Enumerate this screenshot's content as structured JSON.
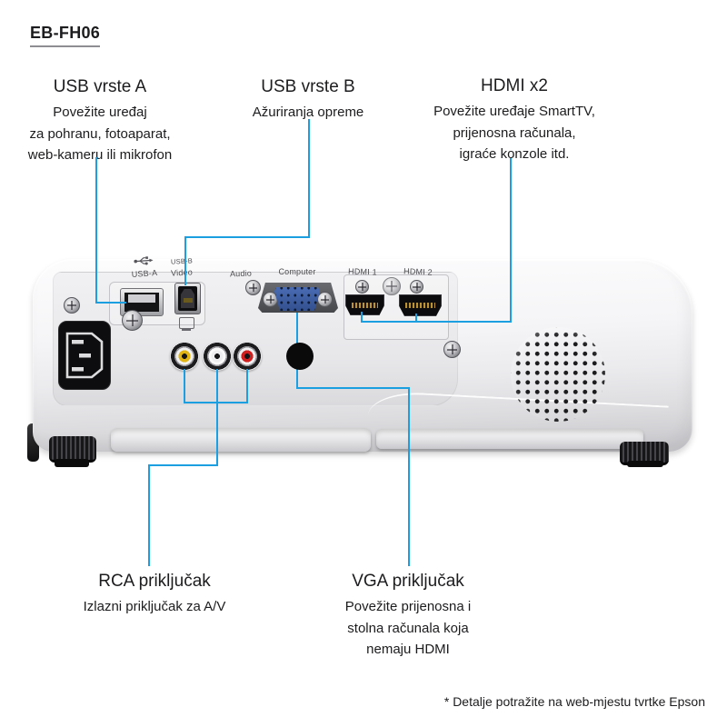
{
  "page": {
    "title": "EB-FH06",
    "footnote": "* Detalje potražite na web-mjestu tvrtke Epson"
  },
  "colors": {
    "callout_line": "#1b9fe1",
    "vga_connector_blue": "#3f5fa8",
    "rca_yellow": "#dfb414",
    "rca_white": "#ededef",
    "rca_red": "#d01f1f"
  },
  "callouts": {
    "usb_a": {
      "title": "USB vrste A",
      "desc": "Povežite uređaj\nza pohranu, fotoaparat,\nweb-kameru ili mikrofon"
    },
    "usb_b": {
      "title": "USB vrste B",
      "desc": "Ažuriranja opreme"
    },
    "hdmi": {
      "title": "HDMI x2",
      "desc": "Povežite uređaje SmartTV,\nprijenosna računala,\nigraće konzole itd."
    },
    "rca": {
      "title": "RCA priključak",
      "desc": "Izlazni priključak za A/V"
    },
    "vga": {
      "title": "VGA priključak",
      "desc": "Povežite prijenosna i\nstolna računala koja\nnemaju HDMI"
    }
  },
  "projector": {
    "port_labels": {
      "usb_a": "USB-A",
      "usb_b_top": "USB-B",
      "usb_b_bottom": "Video",
      "audio": "Audio",
      "computer": "Computer",
      "hdmi1": "HDMI 1",
      "hdmi2": "HDMI 2"
    }
  }
}
